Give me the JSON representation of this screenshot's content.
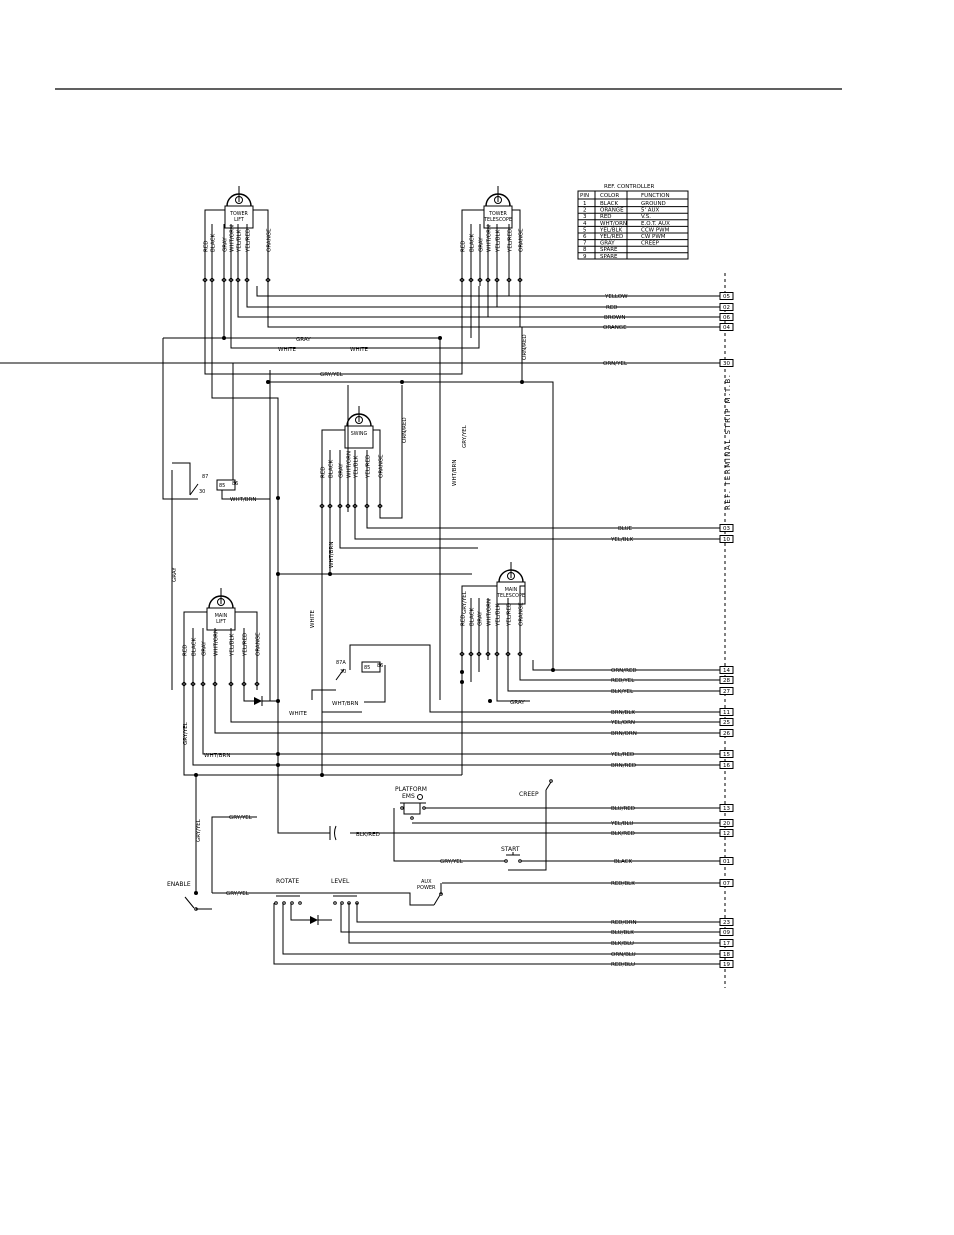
{
  "page": {
    "rule": true
  },
  "controller_table": {
    "title": "REF. CONTROLLER",
    "headers": [
      "PIN",
      "COLOR",
      "FUNCTION"
    ],
    "rows": [
      [
        "1",
        "BLACK",
        "GROUND"
      ],
      [
        "2",
        "ORANGE",
        "5' AUX"
      ],
      [
        "3",
        "RED",
        "V.S."
      ],
      [
        "4",
        "WHT/ORN",
        "E.O.T. AUX"
      ],
      [
        "5",
        "YEL/BLK",
        "CCW PWM"
      ],
      [
        "6",
        "YEL/RED",
        "CW PWM"
      ],
      [
        "7",
        "GRAY",
        "CREEP"
      ],
      [
        "8",
        "SPARE",
        ""
      ],
      [
        "9",
        "SPARE",
        ""
      ]
    ]
  },
  "terminal_strip_label": "REF. TERMINAL STRIP M.T.B.",
  "controllers": [
    {
      "id": "tower-lift",
      "line1": "TOWER",
      "line2": "LIFT",
      "wires": [
        "RED",
        "BLACK",
        "GRAY",
        "WHT/ORN",
        "YEL/BLK",
        "YEL/RED",
        "ORANGE"
      ]
    },
    {
      "id": "tower-telescope",
      "line1": "TOWER",
      "line2": "TELESCOPE",
      "wires": [
        "RED",
        "BLACK",
        "GRAY",
        "WHT/ORN",
        "YEL/BLK",
        "YEL/RED",
        "ORANGE"
      ]
    },
    {
      "id": "swing",
      "line1": "SWING",
      "line2": "",
      "wires": [
        "RED",
        "BLACK",
        "GRAY",
        "WHT/ORN",
        "YEL/BLK",
        "YEL/RED",
        "ORANGE"
      ]
    },
    {
      "id": "main-telescope",
      "line1": "MAIN",
      "line2": "TELESCOPE",
      "wires": [
        "RED",
        "BLACK",
        "GRAY",
        "WHT/ORN",
        "YEL/BLK",
        "YEL/RED",
        "ORANGE"
      ]
    },
    {
      "id": "main-lift",
      "line1": "MAIN",
      "line2": "LIFT",
      "wires": [
        "RED",
        "BLACK",
        "GRAY",
        "WHT/ORN",
        "YEL/BLK",
        "YEL/RED",
        "ORANGE"
      ]
    }
  ],
  "terminals": [
    {
      "wire": "YELLOW",
      "num": "05"
    },
    {
      "wire": "RED",
      "num": "02"
    },
    {
      "wire": "BROWN",
      "num": "06"
    },
    {
      "wire": "ORANGE",
      "num": "04"
    },
    {
      "wire": "ORN/YEL",
      "num": "30"
    },
    {
      "wire": "BLUE",
      "num": "03"
    },
    {
      "wire": "YEL/BLK",
      "num": "10"
    },
    {
      "wire": "ORN/RED",
      "num": "14"
    },
    {
      "wire": "RED/YEL",
      "num": "28"
    },
    {
      "wire": "BLK/YEL",
      "num": "27"
    },
    {
      "wire": "BRN/BLK",
      "num": "11"
    },
    {
      "wire": "YEL/ORN",
      "num": "25"
    },
    {
      "wire": "BRN/ORN",
      "num": "26"
    },
    {
      "wire": "YEL/RED",
      "num": "15"
    },
    {
      "wire": "BRN/RED",
      "num": "16"
    },
    {
      "wire": "BLU/RED",
      "num": "13"
    },
    {
      "wire": "YEL/BLU",
      "num": "20"
    },
    {
      "wire": "BLK/RED",
      "num": "12"
    },
    {
      "wire": "BLACK",
      "num": "01"
    },
    {
      "wire": "RED/BLK",
      "num": "07"
    },
    {
      "wire": "RED/ORN",
      "num": "23"
    },
    {
      "wire": "BLU/BLK",
      "num": "09"
    },
    {
      "wire": "BLK/BLU",
      "num": "17"
    },
    {
      "wire": "ORN/BLU",
      "num": "18"
    },
    {
      "wire": "RED/BLU",
      "num": "19"
    }
  ],
  "wire_labels": {
    "gray": "GRAY",
    "white": "WHITE",
    "gry_yel": "GRY/YEL",
    "wht_brn": "WHT/BRN",
    "orn_red": "ORN/RED",
    "wht_brn_v": "WHT/BRN",
    "blk_red": "BLK/RED"
  },
  "relays": [
    {
      "id": "relay-1",
      "pins": [
        "87",
        "30",
        "85",
        "86"
      ]
    },
    {
      "id": "relay-2",
      "pins": [
        "87A",
        "30",
        "85",
        "86"
      ]
    }
  ],
  "switches": {
    "creep": "CREEP",
    "platform_ems_1": "PLATFORM",
    "platform_ems_2": "EMS",
    "start": "START",
    "enable": "ENABLE",
    "aux_power_1": "AUX",
    "aux_power_2": "POWER",
    "rotate": "ROTATE",
    "level": "LEVEL"
  }
}
